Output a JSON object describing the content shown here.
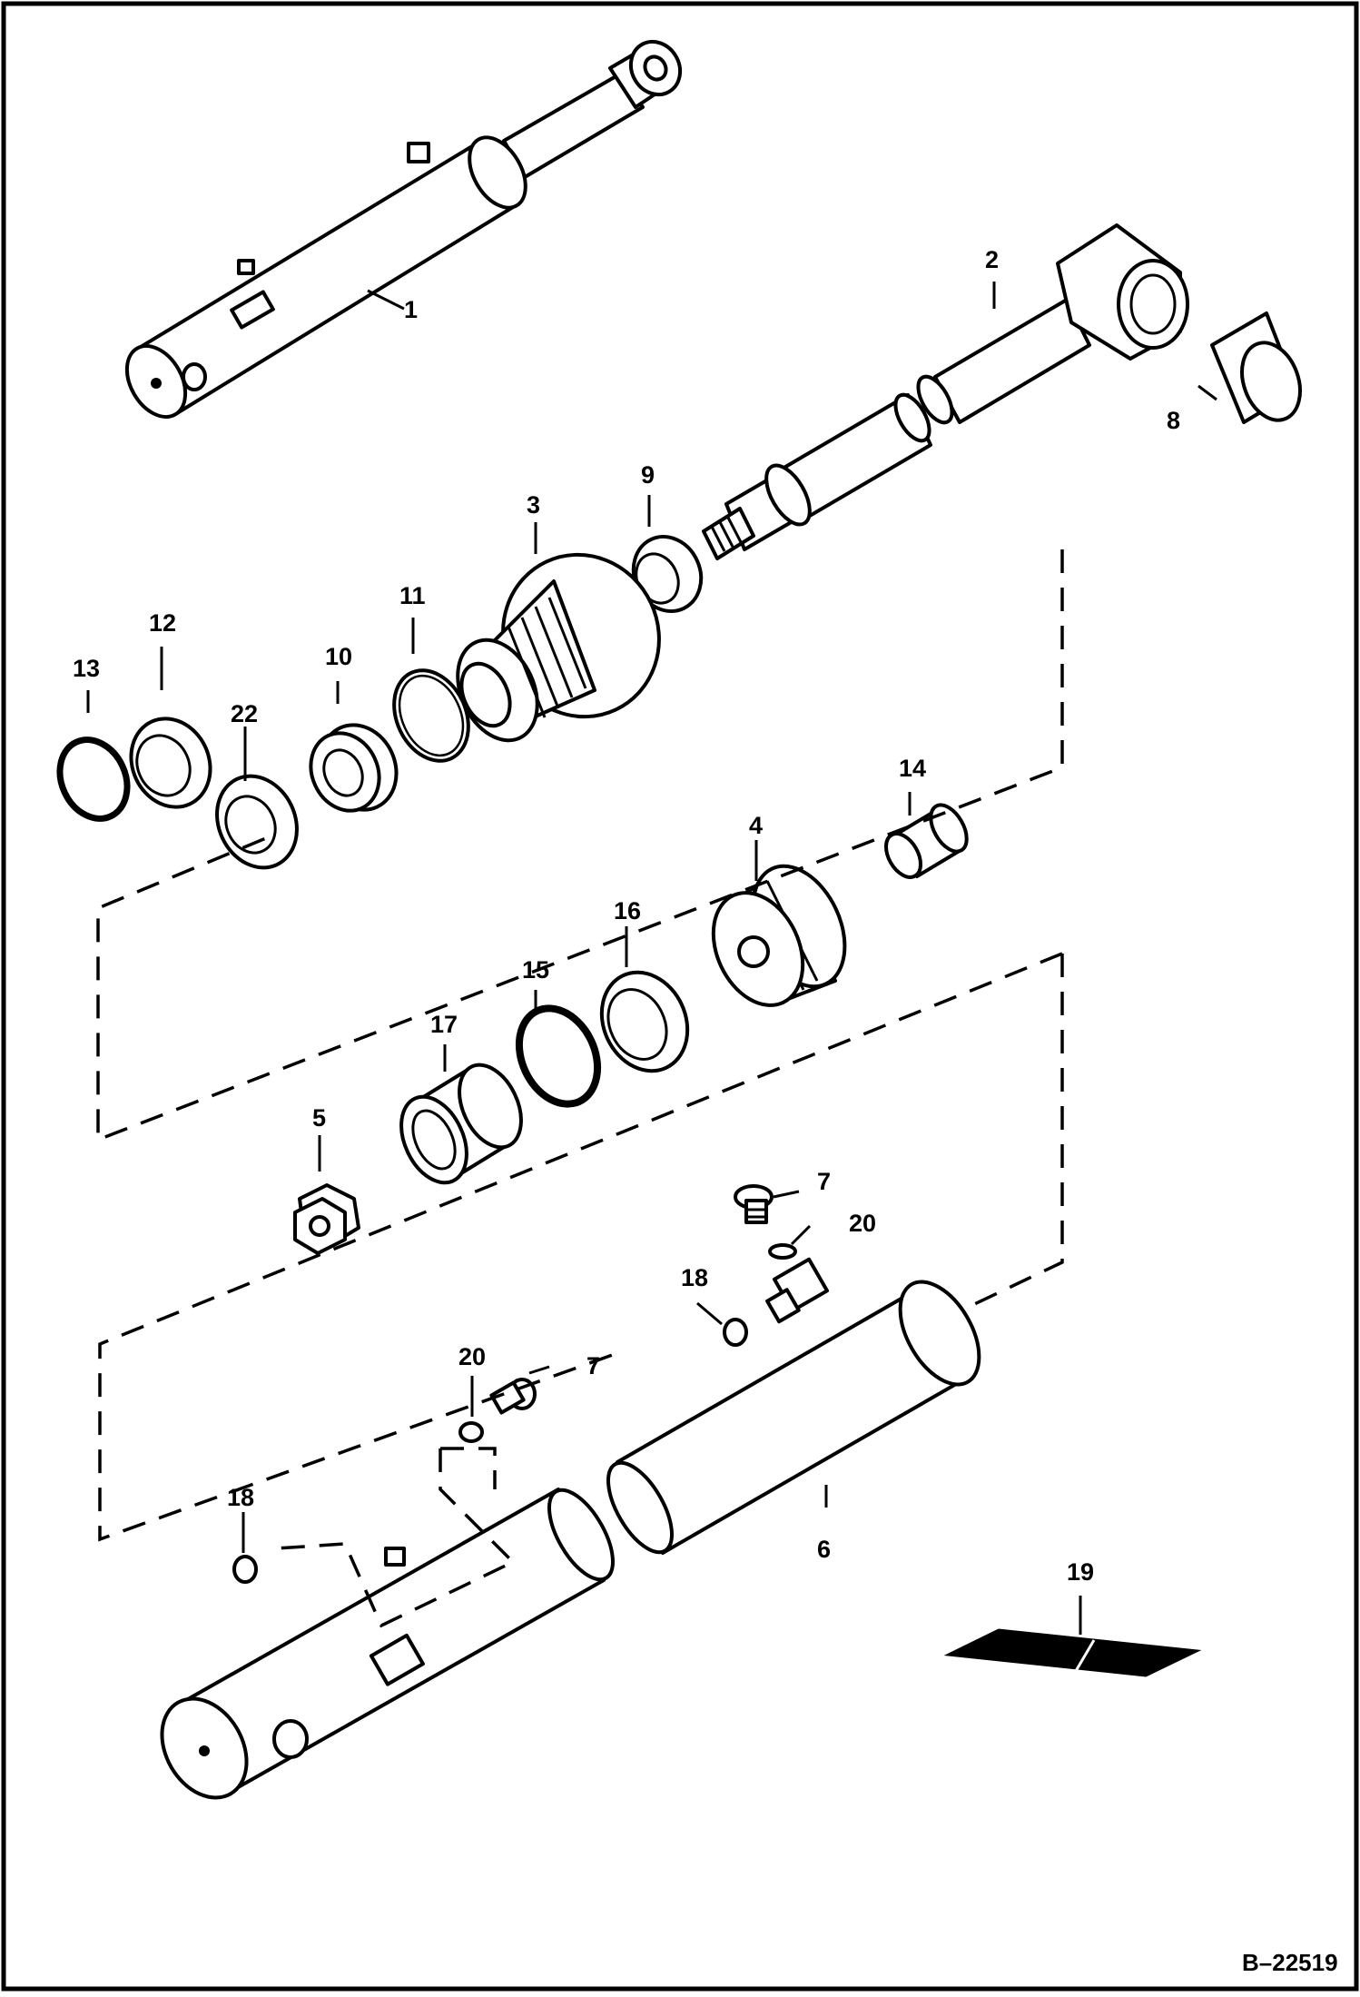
{
  "figure": {
    "document_id": "B–22519",
    "callouts": [
      "1",
      "2",
      "3",
      "4",
      "5",
      "6",
      "7",
      "7",
      "8",
      "9",
      "10",
      "11",
      "12",
      "13",
      "14",
      "15",
      "16",
      "17",
      "18",
      "18",
      "19",
      "20",
      "20",
      "22"
    ]
  },
  "colors": {
    "ink": "#000000",
    "paper": "#ffffff"
  }
}
